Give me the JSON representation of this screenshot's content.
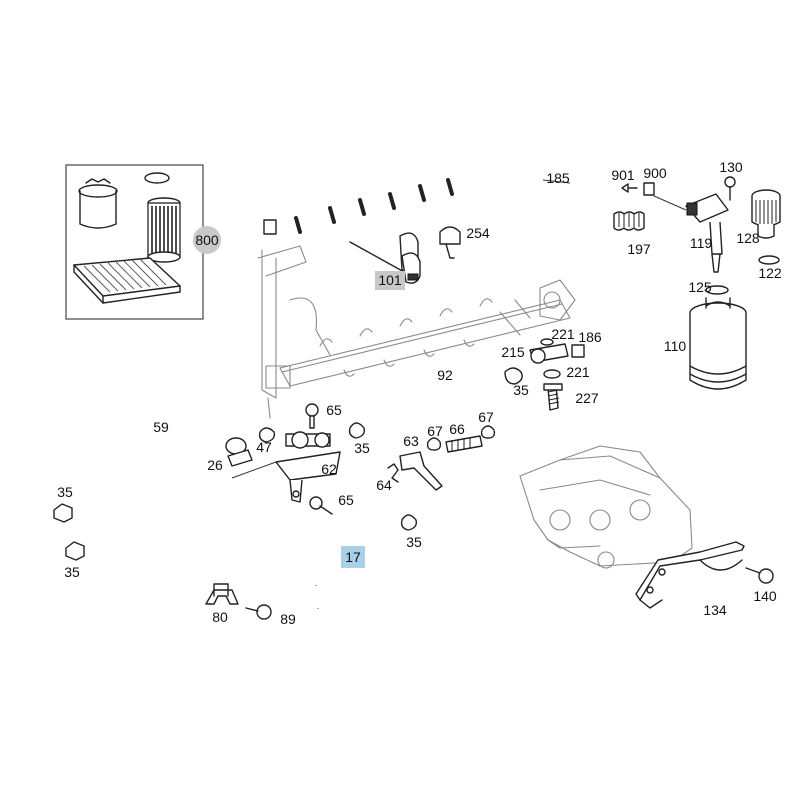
{
  "labels": {
    "l800": "800",
    "l101": "101",
    "l17": "17",
    "l185": "185",
    "l254": "254",
    "l901": "901",
    "l900": "900",
    "l130": "130",
    "l197": "197",
    "l119": "119",
    "l128": "128",
    "l122": "122",
    "l125": "125",
    "l110": "110",
    "l221a": "221",
    "l186": "186",
    "l215": "215",
    "l221b": "221",
    "l35a": "35",
    "l227": "227",
    "l92": "92",
    "l65a": "65",
    "l59": "59",
    "l35b": "35",
    "l47": "47",
    "l26": "26",
    "l63": "63",
    "l67a": "67",
    "l66": "66",
    "l67b": "67",
    "l62": "62",
    "l64": "64",
    "l65b": "65",
    "l35c": "35",
    "l35d": "35",
    "l35e": "35",
    "l80": "80",
    "l89": "89",
    "l134": "134",
    "l140": "140"
  },
  "highlight_colors": {
    "gray_tag": "#c8c8c8",
    "blue_tag": "#a8d0e8"
  }
}
